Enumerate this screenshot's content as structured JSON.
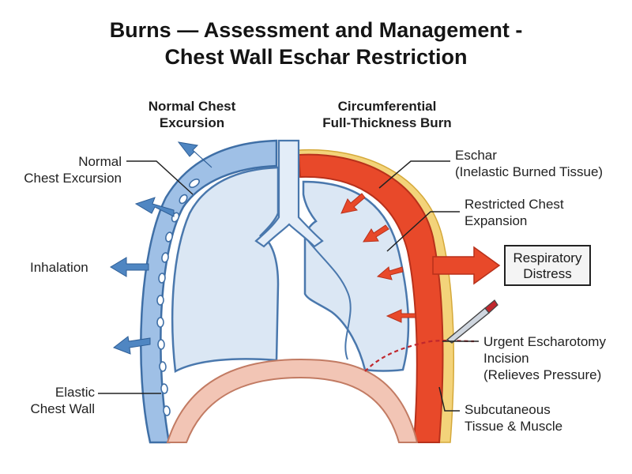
{
  "title": {
    "line1": "Burns — Assessment and Management -",
    "line2": "Chest Wall Eschar Restriction"
  },
  "left_panel": {
    "heading_line1": "Normal Chest",
    "heading_line2": "Excursion",
    "labels": {
      "normal_excursion_line1": "Normal",
      "normal_excursion_line2": "Chest Excursion",
      "inhalation": "Inhalation",
      "elastic_wall_line1": "Elastic",
      "elastic_wall_line2": "Chest Wall"
    }
  },
  "right_panel": {
    "heading_line1": "Circumferential",
    "heading_line2": "Full-Thickness Burn",
    "labels": {
      "eschar_line1": "Eschar",
      "eschar_line2": "(Inelastic Burned Tissue)",
      "restricted_line1": "Restricted Chest",
      "restricted_line2": "Expansion",
      "distress_line1": "Respiratory",
      "distress_line2": "Distress",
      "escharotomy_line1": "Urgent Escharotomy",
      "escharotomy_line2": "Incision",
      "escharotomy_line3": "(Relieves Pressure)",
      "subcut_line1": "Subcutaneous",
      "subcut_line2": "Tissue & Muscle"
    }
  },
  "colors": {
    "normal_wall": "#5b8fc7",
    "lung_fill": "#dbe7f4",
    "lung_stroke": "#4a78ad",
    "eschar": "#e8492a",
    "subcut": "#f3d37a",
    "diaphragm": "#f2c5b5",
    "compression_arrow": "#e8492a",
    "expansion_arrow": "#4f86c2"
  }
}
